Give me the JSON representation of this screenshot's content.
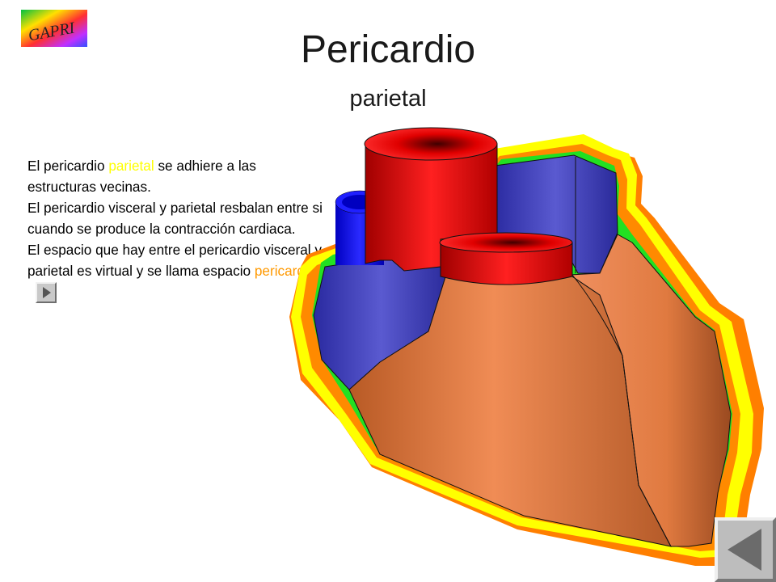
{
  "logo": {
    "text": "GAPRI"
  },
  "header": {
    "title": "Pericardio",
    "subtitle": "parietal"
  },
  "body_text": {
    "p1_before": "El pericardio ",
    "p1_highlight": "parietal",
    "p1_after": " se adhiere a las estructuras vecinas.",
    "p2": "El pericardio visceral y parietal resbalan entre si cuando se produce la contracción cardiaca.",
    "p3_before": "El espacio que hay entre el pericardio visceral y parietal es virtual y se llama espacio ",
    "p3_highlight": "pericardico"
  },
  "colors": {
    "highlight_parietal": "#ffff00",
    "highlight_pericardico": "#ff9900",
    "outer_layer": "#ff8000",
    "parietal_layer": "#ffff00",
    "visceral_layer": "#22dd22",
    "heart_muscle": "#ee8a50",
    "veins": "#3a3ac0",
    "arteries": "#ff1a1a"
  },
  "icons": {
    "play": "play-triangle-icon",
    "back": "back-triangle-icon"
  }
}
